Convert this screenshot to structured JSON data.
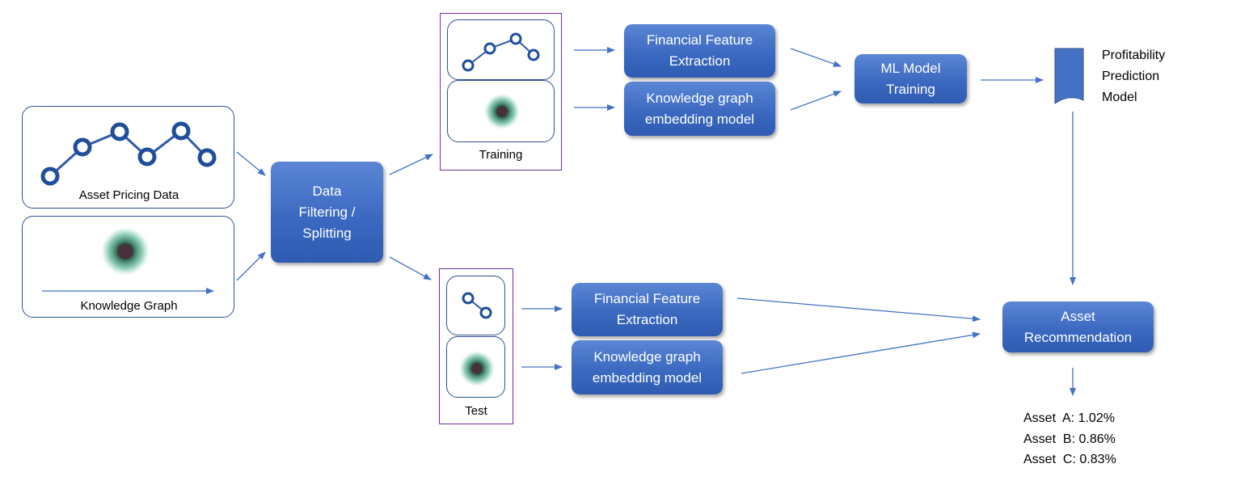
{
  "inputs": {
    "pricing_label": "Asset Pricing Data",
    "kg_label": "Knowledge Graph"
  },
  "filter": {
    "line1": "Data",
    "line2": "Filtering /",
    "line3": "Splitting"
  },
  "training": {
    "label": "Training",
    "feature_line1": "Financial Feature",
    "feature_line2": "Extraction",
    "kg_line1": "Knowledge graph",
    "kg_line2": "embedding model",
    "ml_line1": "ML Model",
    "ml_line2": "Training"
  },
  "model": {
    "line1": "Profitability",
    "line2": "Prediction",
    "line3": "Model"
  },
  "test": {
    "label": "Test",
    "feature_line1": "Financial Feature",
    "feature_line2": "Extraction",
    "kg_line1": "Knowledge graph",
    "kg_line2": "embedding model"
  },
  "recommendation": {
    "line1": "Asset",
    "line2": "Recommendation"
  },
  "results": [
    "Asset  A: 1.02%",
    "Asset  B: 0.86%",
    "Asset  C: 0.83%"
  ],
  "colors": {
    "box_fill": "#4472c4",
    "line_stroke": "#2f528f",
    "group_frame": "#7030a0",
    "graph_node": "#1f4e9a",
    "kg_cluster": "#3c9a78"
  },
  "icons": {
    "price_chart": "line-chart-with-circle-nodes",
    "knowledge_graph": "network-cluster-blob",
    "document": "document-shape"
  }
}
